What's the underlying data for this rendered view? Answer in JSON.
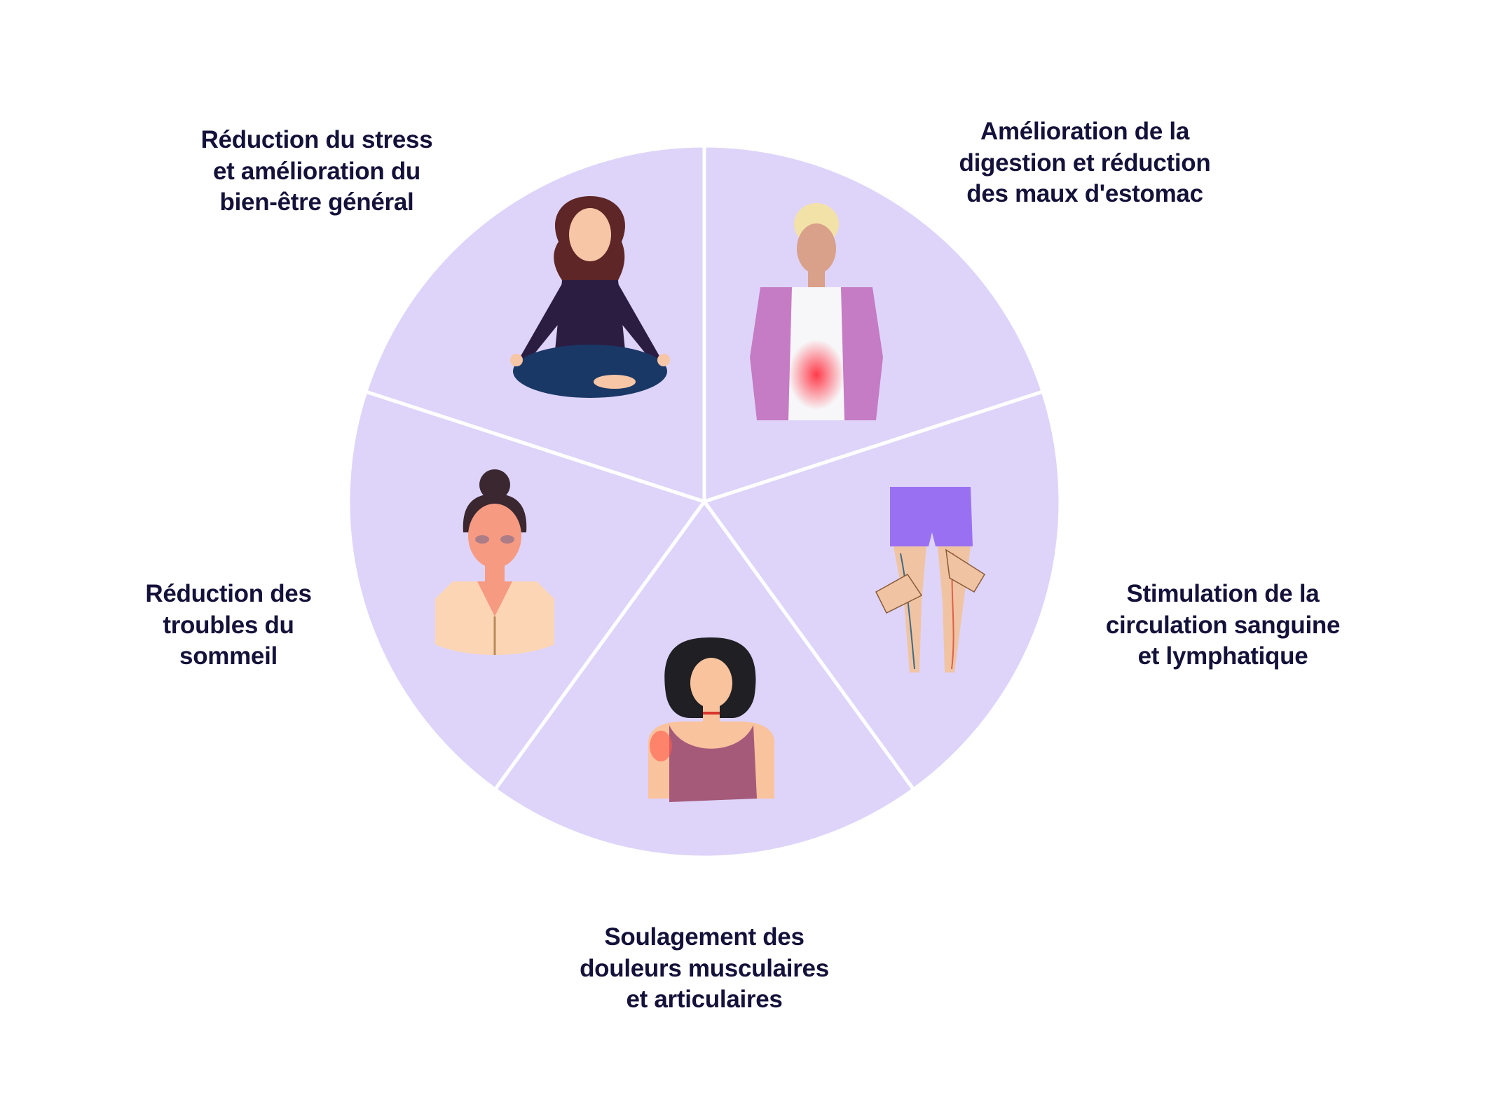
{
  "diagram": {
    "slice_color": "#ded4fa",
    "divider_color": "#ffffff",
    "text_color": "#14123a",
    "segments": [
      {
        "id": "stress",
        "lines": [
          "Réduction du stress",
          "et amélioration du",
          "bien-être général"
        ],
        "illustration": "meditating-woman"
      },
      {
        "id": "digestion",
        "lines": [
          "Amélioration de la",
          "digestion et réduction",
          "des maux d'estomac"
        ],
        "illustration": "man-stomach-pain"
      },
      {
        "id": "circulation",
        "lines": [
          "Stimulation de la",
          "circulation sanguine",
          "et lymphatique"
        ],
        "illustration": "legs-massage"
      },
      {
        "id": "douleurs",
        "lines": [
          "Soulagement des",
          "douleurs musculaires",
          "et articulaires"
        ],
        "illustration": "woman-shoulder-pain"
      },
      {
        "id": "sommeil",
        "lines": [
          "Réduction des",
          "troubles du",
          "sommeil"
        ],
        "illustration": "tired-woman"
      }
    ]
  }
}
